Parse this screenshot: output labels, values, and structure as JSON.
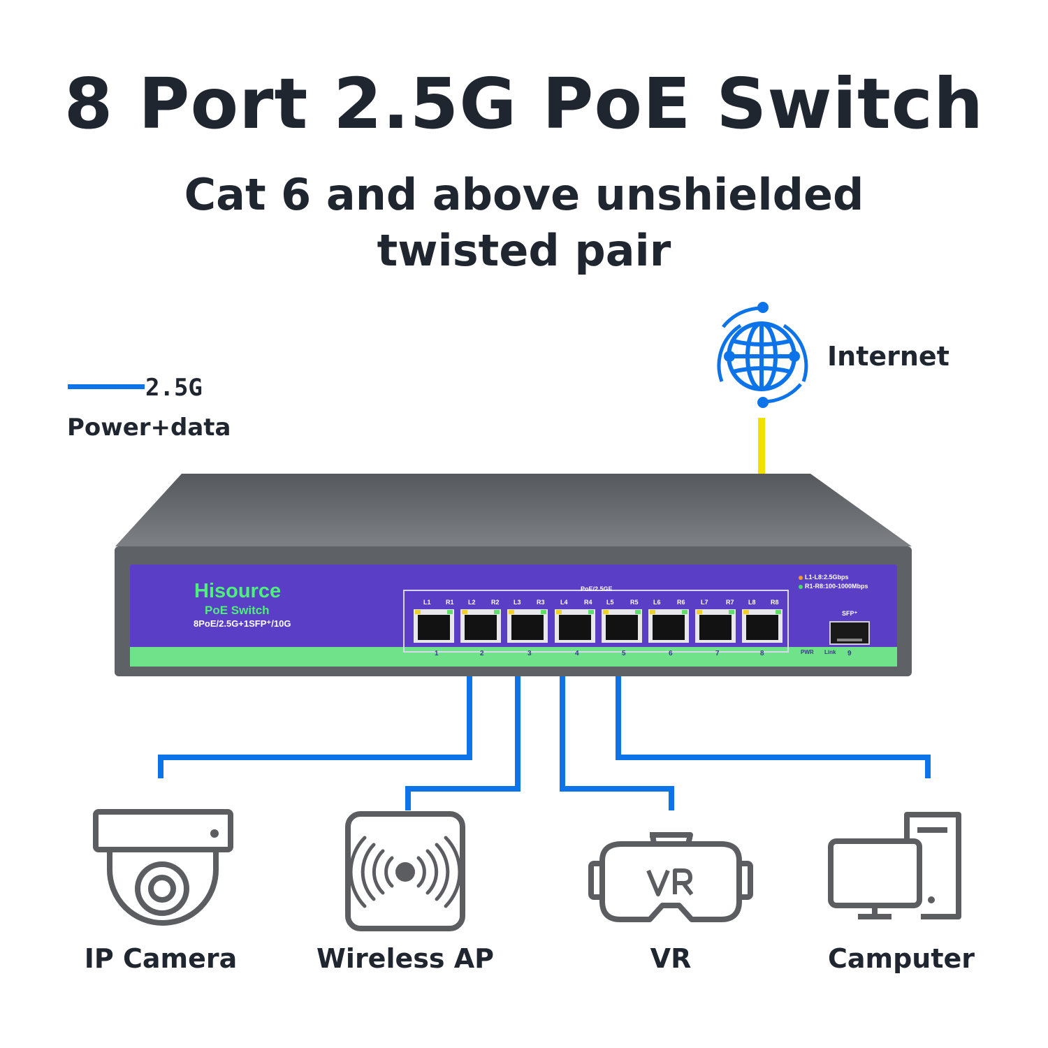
{
  "title": "8 Port 2.5G PoE Switch",
  "subtitle_line1": "Cat 6 and above unshielded",
  "subtitle_line2": "twisted pair",
  "legend": {
    "value": "2.5G",
    "description": "Power+data",
    "line_color": "#0d73e8"
  },
  "internet": {
    "label": "Internet",
    "icon": "globe-icon",
    "uplink_color": "#f2e000"
  },
  "switch": {
    "brand": "Hisource",
    "type": "PoE Switch",
    "model": "8PoE/2.5G+1SFP⁺/10G",
    "port_group_label": "PoE/2.5GE",
    "led_legend": [
      "L1-L8:2.5Gbps",
      "R1-R8:100-1000Mbps"
    ],
    "led_labels": [
      "L1",
      "R1",
      "L2",
      "R2",
      "L3",
      "R3",
      "L4",
      "R4",
      "L5",
      "R5",
      "L6",
      "R6",
      "L7",
      "R7",
      "L8",
      "R8"
    ],
    "port_numbers": [
      "1",
      "2",
      "3",
      "4",
      "5",
      "6",
      "7",
      "8"
    ],
    "sfp_label": "SFP⁺",
    "pwr_label": "PWR",
    "link_label": "Link",
    "sfp_number": "9"
  },
  "devices": [
    {
      "label": "IP Camera",
      "icon": "ip-camera-icon"
    },
    {
      "label": "Wireless AP",
      "icon": "wireless-ap-icon"
    },
    {
      "label": "VR",
      "icon": "vr-headset-icon"
    },
    {
      "label": "Camputer",
      "icon": "computer-icon"
    }
  ]
}
